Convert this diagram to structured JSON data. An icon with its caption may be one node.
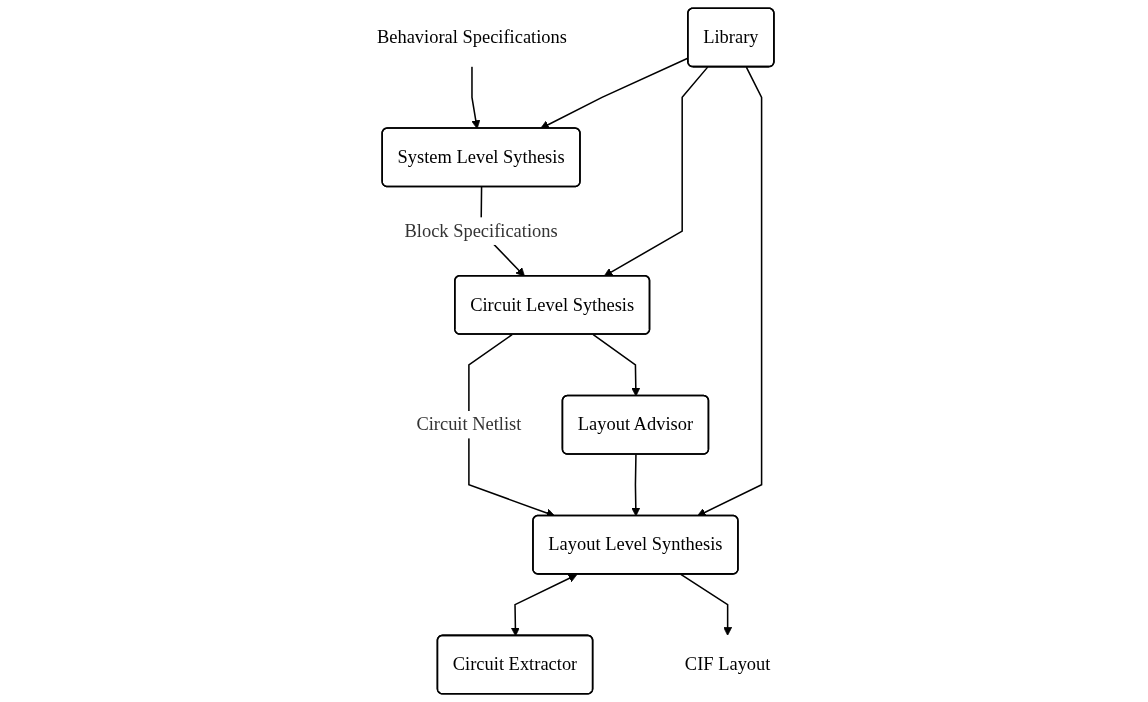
{
  "diagram": {
    "nodes": [
      {
        "text": [
          "Behavioral Specifications"
        ]
      },
      {
        "text": [
          "System Level Sythesis"
        ]
      },
      {
        "text": [
          "Circuit Level Sythesis"
        ]
      },
      {
        "text": [
          "Layout Advisor"
        ]
      },
      {
        "text": [
          "Layout Level Synthesis"
        ]
      },
      {
        "text": [
          "Library"
        ]
      },
      {
        "text": [
          "Circuit Extractor"
        ]
      },
      {
        "text": [
          "CIF Layout"
        ]
      }
    ],
    "edges": [
      {
        "from": 0,
        "to": 1,
        "arrow": "to"
      },
      {
        "from": 1,
        "to": 2,
        "arrow": "to",
        "label": "Block Specifications"
      },
      {
        "from": 5,
        "to": 1,
        "arrow": "to"
      },
      {
        "from": 5,
        "to": 2,
        "arrow": "to"
      },
      {
        "from": 2,
        "to": 3,
        "arrow": "to"
      },
      {
        "from": 2,
        "to": 4,
        "arrow": "to",
        "label": "Circuit Netlist"
      },
      {
        "from": 3,
        "to": 4,
        "arrow": "to"
      },
      {
        "from": 5,
        "to": 4,
        "arrow": "to"
      },
      {
        "from": 4,
        "to": 6,
        "arrow": "both"
      },
      {
        "from": 4,
        "to": 7,
        "arrow": "to"
      }
    ]
  }
}
